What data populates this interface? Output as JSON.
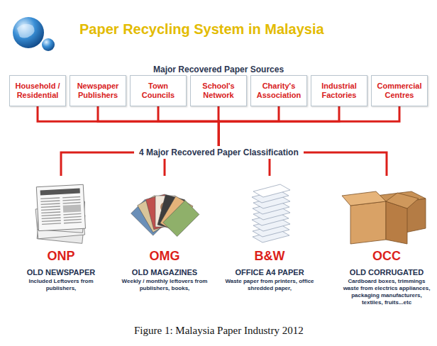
{
  "diagram": {
    "title": "Paper Recycling System in Malaysia",
    "caption": "Figure 1: Malaysia Paper Industry 2012",
    "nodes": [
      {
        "text": [
          "Household / Residential"
        ]
      },
      {
        "text": [
          "Newspaper Publishers"
        ]
      },
      {
        "text": [
          "Town Councils"
        ]
      },
      {
        "text": [
          "School's Network"
        ]
      },
      {
        "text": [
          "Charity's Association"
        ]
      },
      {
        "text": [
          "Industrial Factories"
        ]
      },
      {
        "text": [
          "Commercial Centres"
        ]
      },
      {
        "text": [
          "4 Major Recovered Paper Classification"
        ]
      },
      {
        "text": [
          "ONP",
          "OLD NEWSPAPER",
          "Included Leftovers from publishers,"
        ]
      },
      {
        "text": [
          "OMG",
          "OLD MAGAZINES",
          "Weekly / monthly leftovers from publishers, books,"
        ]
      },
      {
        "text": [
          "B&W",
          "OFFICE A4 PAPER",
          "Waste paper from printers, office shredded paper,"
        ]
      },
      {
        "text": [
          "OCC",
          "OLD CORRUGATED",
          "Cardboard boxes, trimmings waste from electrics appliances, packaging manufacturers, textiles, fruits...etc"
        ]
      }
    ],
    "edges": [
      {
        "from": 0,
        "to": 7,
        "arrow": "none"
      },
      {
        "from": 1,
        "to": 7,
        "arrow": "none"
      },
      {
        "from": 2,
        "to": 7,
        "arrow": "none"
      },
      {
        "from": 3,
        "to": 7,
        "arrow": "none"
      },
      {
        "from": 4,
        "to": 7,
        "arrow": "none"
      },
      {
        "from": 5,
        "to": 7,
        "arrow": "none"
      },
      {
        "from": 6,
        "to": 7,
        "arrow": "none"
      },
      {
        "from": 7,
        "to": 8,
        "arrow": "none"
      },
      {
        "from": 7,
        "to": 9,
        "arrow": "none"
      },
      {
        "from": 7,
        "to": 10,
        "arrow": "none"
      },
      {
        "from": 7,
        "to": 11,
        "arrow": "none"
      }
    ],
    "labels": [
      "Major Recovered Paper Sources"
    ]
  }
}
